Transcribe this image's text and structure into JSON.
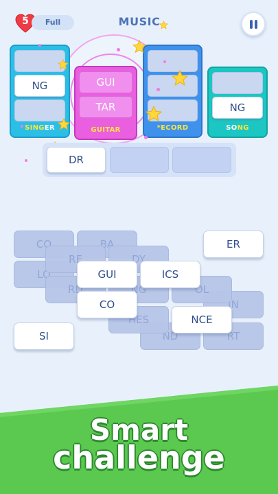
{
  "header": {
    "lives": "5",
    "lives_status": "Full",
    "theme": "MUSIC"
  },
  "categories": [
    {
      "label_parts": [
        "",
        "SING",
        "ER"
      ],
      "slots": [
        "",
        "NG",
        ""
      ]
    },
    {
      "label_parts": [
        "",
        "GUITAR",
        ""
      ],
      "slots": [
        "GUI",
        "TAR"
      ]
    },
    {
      "label_parts": [
        "",
        "*ECORD",
        ""
      ],
      "slots": [
        "",
        "",
        ""
      ]
    },
    {
      "label_parts": [
        "SO",
        "NG",
        ""
      ],
      "slots": [
        "",
        "NG"
      ]
    }
  ],
  "builder": {
    "slots": [
      "DR",
      "",
      ""
    ]
  },
  "pile_hidden": [
    "CO",
    "BA",
    "RE",
    "DY",
    "LO",
    "RD",
    "NG",
    "OL",
    "IN",
    "HES",
    "ND",
    "RT"
  ],
  "pile_tiles": [
    "ER",
    "GUI",
    "ICS",
    "CO",
    "NCE",
    "SI"
  ],
  "banner": {
    "line1": "Smart",
    "line2": "challenge"
  },
  "colors": {
    "singer": "#2bbfe6",
    "guitar": "#e95fe0",
    "record": "#3f92ec",
    "song": "#1cc6c2",
    "banner": "#5bc94f"
  }
}
